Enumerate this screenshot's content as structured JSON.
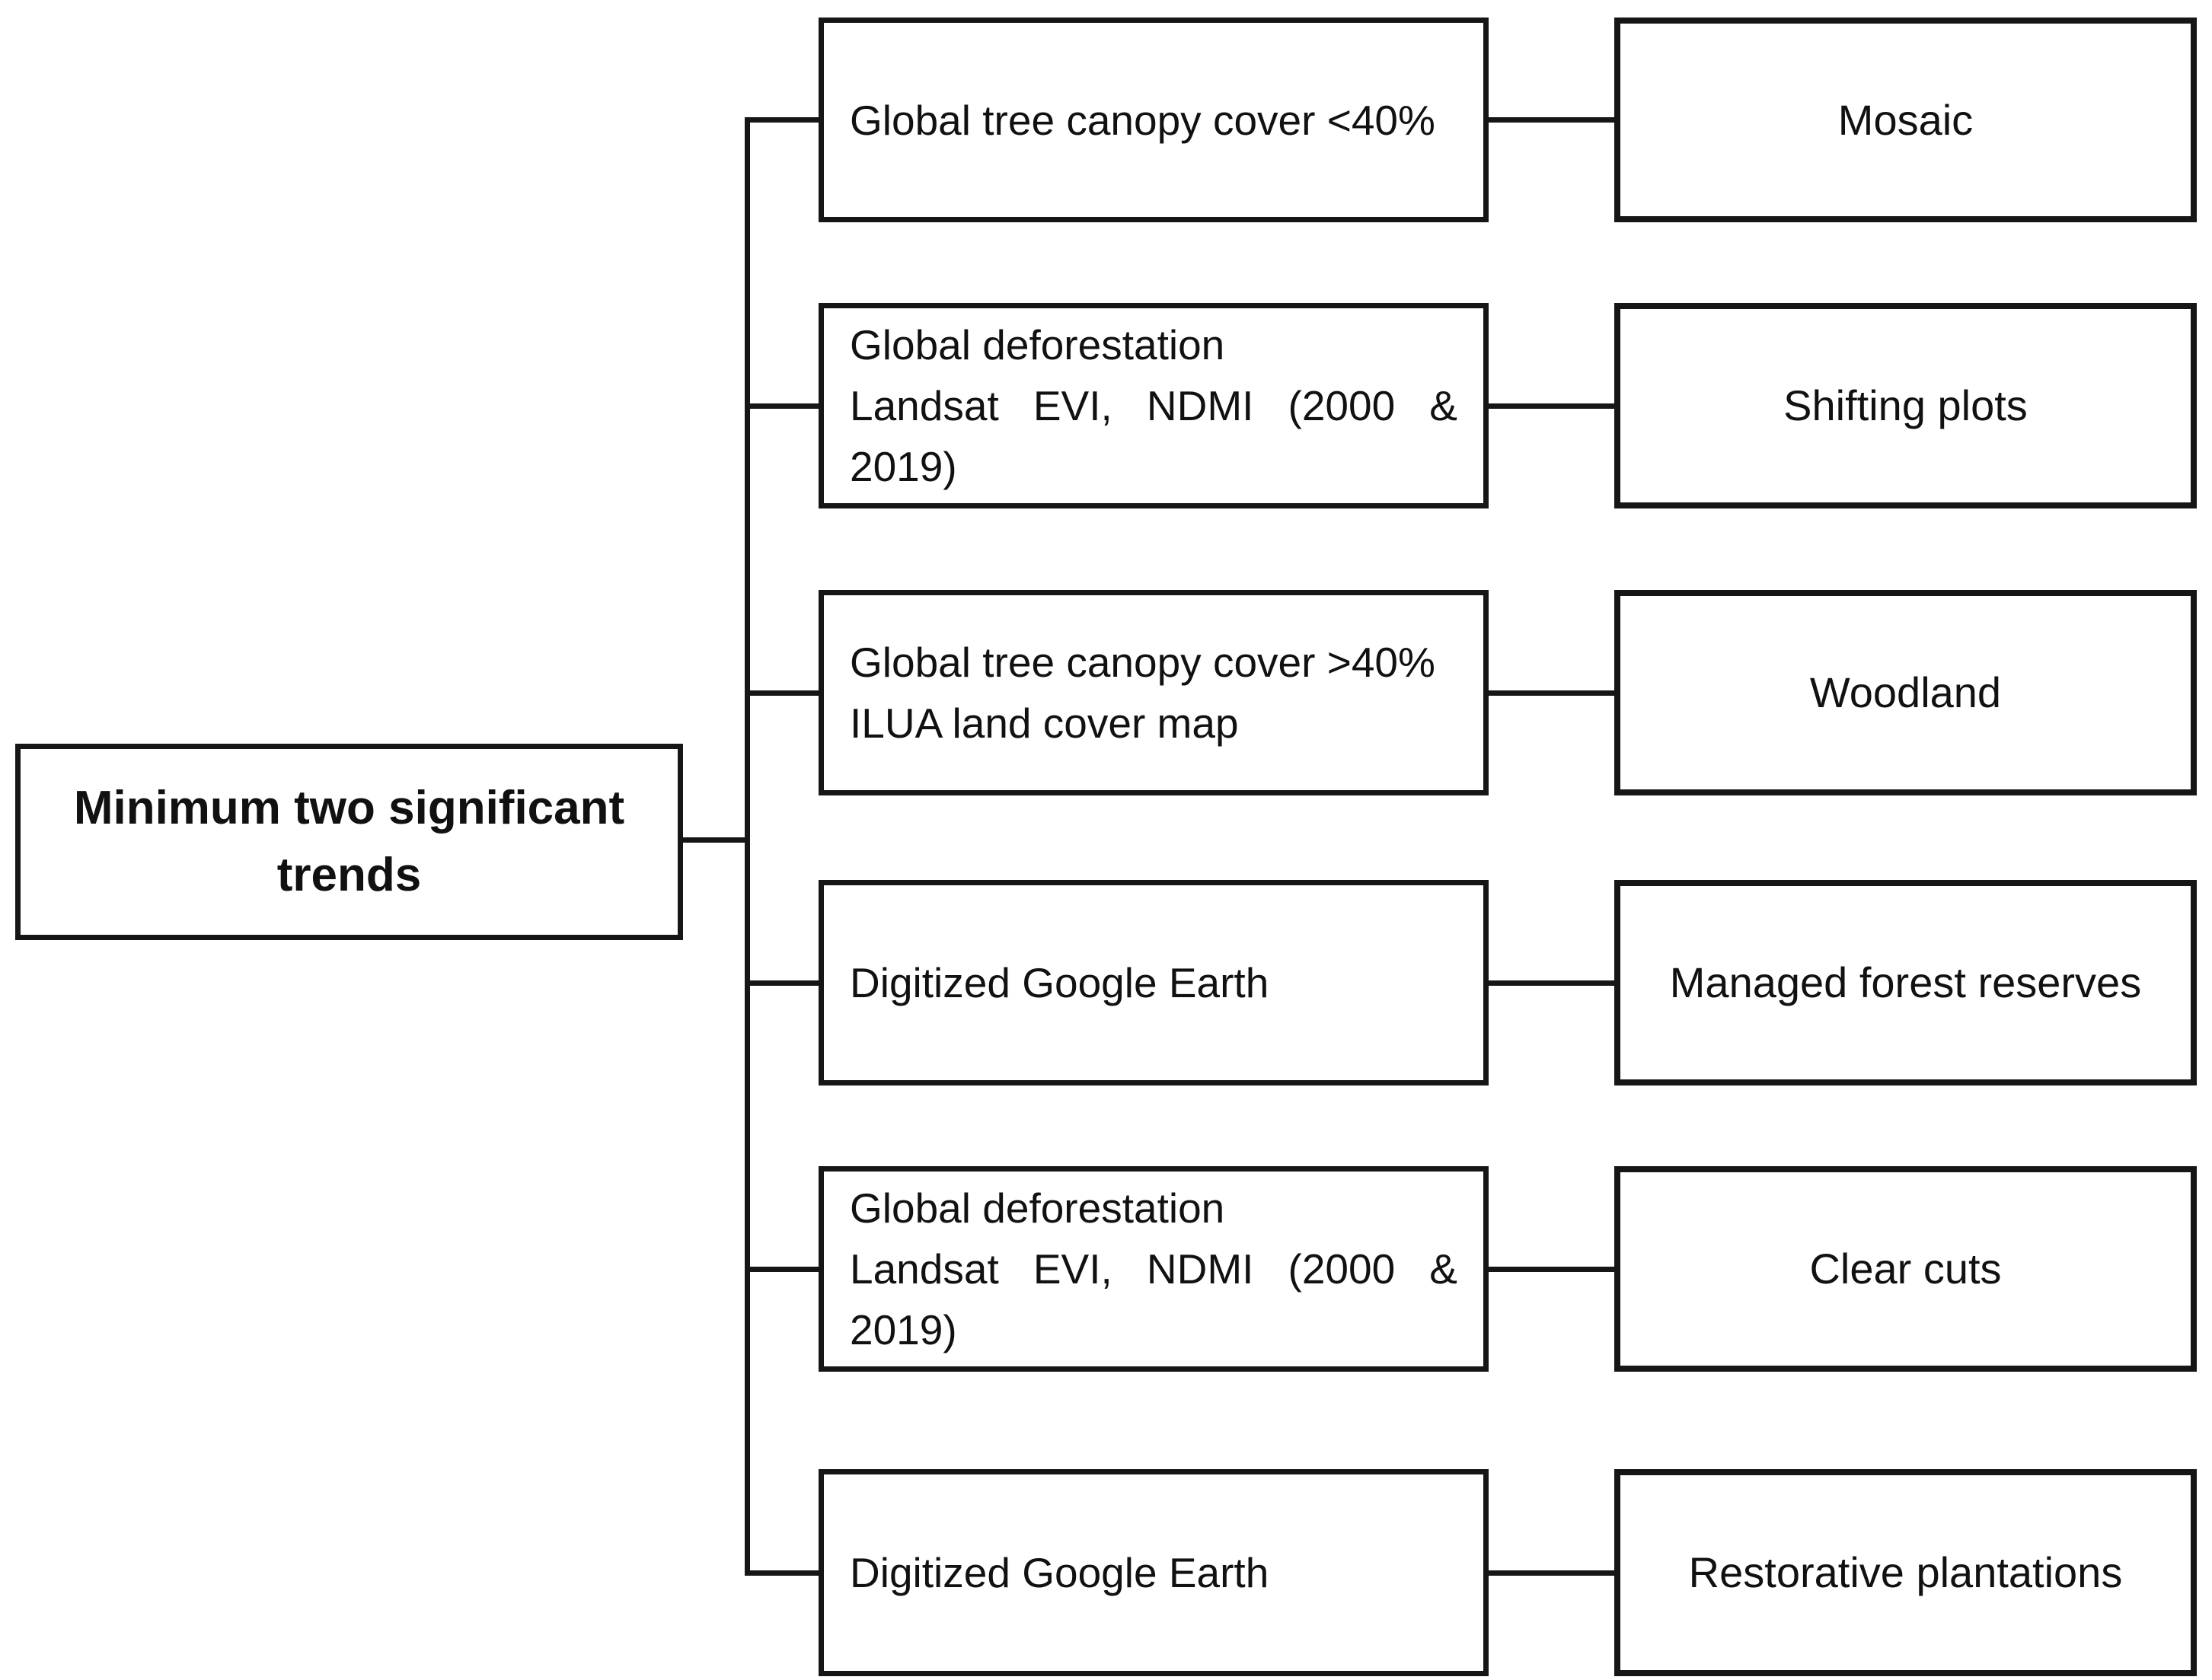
{
  "diagram": {
    "root": {
      "label": "Minimum two significant trends",
      "lines": [
        "Minimum two significant",
        "trends"
      ]
    },
    "rows": [
      {
        "source_lines": [
          "Global tree canopy cover <40%"
        ],
        "target": "Mosaic"
      },
      {
        "source_lines": [
          "Global deforestation",
          "Landsat EVI, NDMI (2000 &",
          "2019)"
        ],
        "target": "Shifting plots"
      },
      {
        "source_lines": [
          "Global tree canopy cover >40%",
          "ILUA land cover map"
        ],
        "target": "Woodland"
      },
      {
        "source_lines": [
          "Digitized Google Earth"
        ],
        "target": "Managed forest reserves"
      },
      {
        "source_lines": [
          "Global deforestation",
          "Landsat EVI, NDMI (2000 &",
          "2019)"
        ],
        "target": "Clear cuts"
      },
      {
        "source_lines": [
          "Digitized Google Earth"
        ],
        "target": "Restorative plantations"
      }
    ],
    "colors": {
      "line": "#161616",
      "background": "#ffffff",
      "text": "#111111"
    }
  }
}
